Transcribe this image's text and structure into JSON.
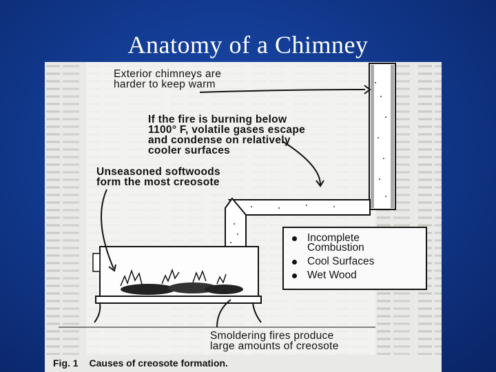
{
  "slide": {
    "title": "Anatomy of a Chimney"
  },
  "figure": {
    "callouts": {
      "exterior": "Exterior chimneys are\nharder to keep warm",
      "fire": "If the fire is burning below\n1100° F, volatile gases escape\nand condense on relatively\ncooler surfaces",
      "softwoods": "Unseasoned softwoods\nform the most creosote",
      "smoldering": "Smoldering fires produce\nlarge amounts of creosote"
    },
    "legend": [
      {
        "label": "Incomplete\nCombustion"
      },
      {
        "label": "Cool Surfaces"
      },
      {
        "label": "Wet Wood"
      }
    ],
    "caption": {
      "label": "Fig. 1",
      "text": "Causes of creosote formation."
    }
  }
}
